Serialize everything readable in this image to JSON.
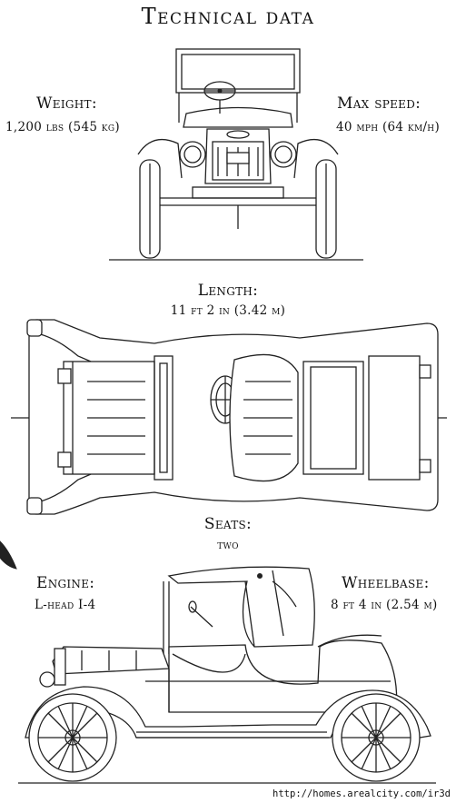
{
  "title": "Technical data",
  "specs": {
    "weight": {
      "label": "Weight:",
      "value": "1,200 lbs (545 kg)"
    },
    "max_speed": {
      "label": "Max speed:",
      "value": "40 mph (64 km/h)"
    },
    "length": {
      "label": "Length:",
      "value": "11 ft 2 in (3.42 m)"
    },
    "seats": {
      "label": "Seats:",
      "value": "two"
    },
    "engine": {
      "label": "Engine:",
      "value": "L-head I-4"
    },
    "wheelbase": {
      "label": "Wheelbase:",
      "value": "8 ft 4 in (2.54 m)"
    }
  },
  "source_url": "http://homes.arealcity.com/ir3d"
}
